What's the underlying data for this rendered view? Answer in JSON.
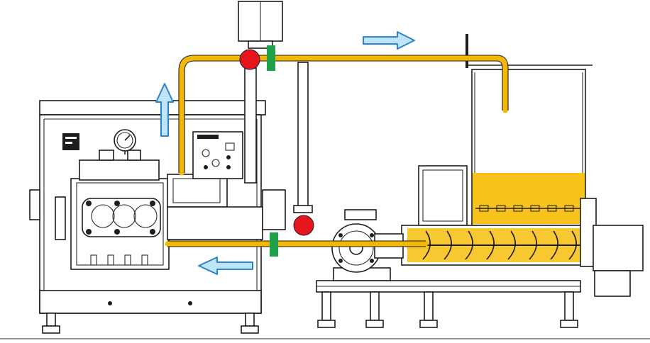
{
  "diagram": {
    "colors": {
      "pipe": "#f4b800",
      "product": "#f7c21a",
      "valve": "#e8141e",
      "coupling": "#21a04a",
      "arrow_fill": "#bfe3f7",
      "arrow_stroke": "#2a86c8",
      "line": "#1d1d1d"
    },
    "components": [
      {
        "name": "homogenizer-unit",
        "icon": "homogenizer-icon"
      },
      {
        "name": "pressure-gauge",
        "icon": "gauge-icon"
      },
      {
        "name": "control-panel",
        "icon": "control-panel-icon"
      },
      {
        "name": "top-motor",
        "icon": "motor-icon"
      },
      {
        "name": "bypass-valve-top",
        "icon": "valve-icon"
      },
      {
        "name": "bypass-valve-bottom",
        "icon": "valve-icon"
      },
      {
        "name": "feed-pump",
        "icon": "pump-icon"
      },
      {
        "name": "hopper-tank",
        "icon": "tank-icon"
      },
      {
        "name": "screw-conveyor",
        "icon": "auger-icon"
      },
      {
        "name": "conveyor-motor",
        "icon": "motor-icon"
      }
    ],
    "flow_arrows": [
      {
        "name": "flow-arrow-right",
        "direction": "right"
      },
      {
        "name": "flow-arrow-up",
        "direction": "up"
      },
      {
        "name": "flow-arrow-left",
        "direction": "left"
      }
    ]
  }
}
